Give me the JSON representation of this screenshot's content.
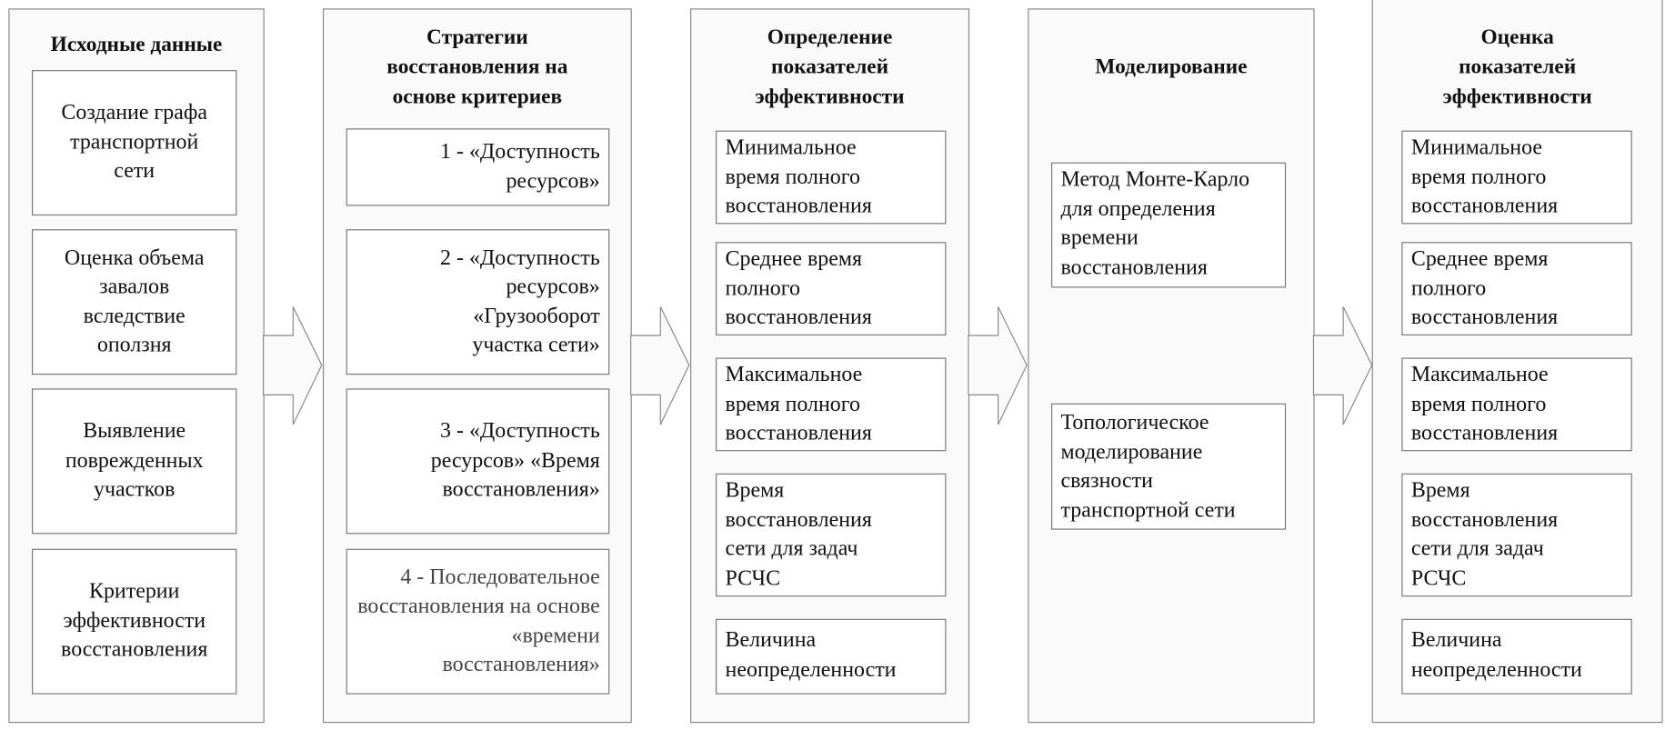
{
  "columns": [
    {
      "title": "Исходные данные",
      "boxes": [
        "Создание графа транспортной сети",
        "Оценка объема завалов вследствие оползня",
        "Выявление поврежденных участков",
        "Критерии эффективности восстановления"
      ]
    },
    {
      "title": "Стратегии восстановления на основе критериев",
      "boxes": [
        "1 - «Доступность ресурсов»",
        "2 - «Доступность ресурсов» «Грузооборот участка сети»",
        "3 - «Доступность ресурсов» «Время восстановления»",
        "4 - Последовательное восстановления на основе «времени восстановления»"
      ]
    },
    {
      "title": "Определение показателей эффективности",
      "boxes": [
        "Минимальное время полного восстановления",
        "Среднее время полного восстановления",
        "Максимальное время полного восстановления",
        "Время восстановления сети для задач РСЧС",
        "Величина неопределенности"
      ]
    },
    {
      "title": "Моделирование",
      "boxes": [
        "Метод Монте-Карло для определения времени восстановления",
        "Топологическое моделирование связности транспортной сети"
      ]
    },
    {
      "title": "Оценка показателей эффективности",
      "boxes": [
        "Минимальное время полного восстановления",
        "Среднее время полного восстановления",
        "Максимальное время полного восстановления",
        "Время восстановления сети для задач РСЧС",
        "Величина неопределенности"
      ]
    }
  ]
}
